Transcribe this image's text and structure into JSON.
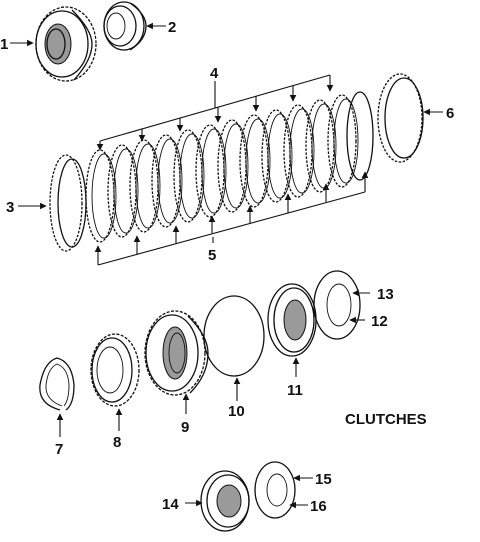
{
  "diagram": {
    "title": "CLUTCHES",
    "callouts": [
      "1",
      "2",
      "3",
      "4",
      "5",
      "6",
      "7",
      "8",
      "9",
      "10",
      "11",
      "12",
      "13",
      "14",
      "15",
      "16"
    ]
  }
}
